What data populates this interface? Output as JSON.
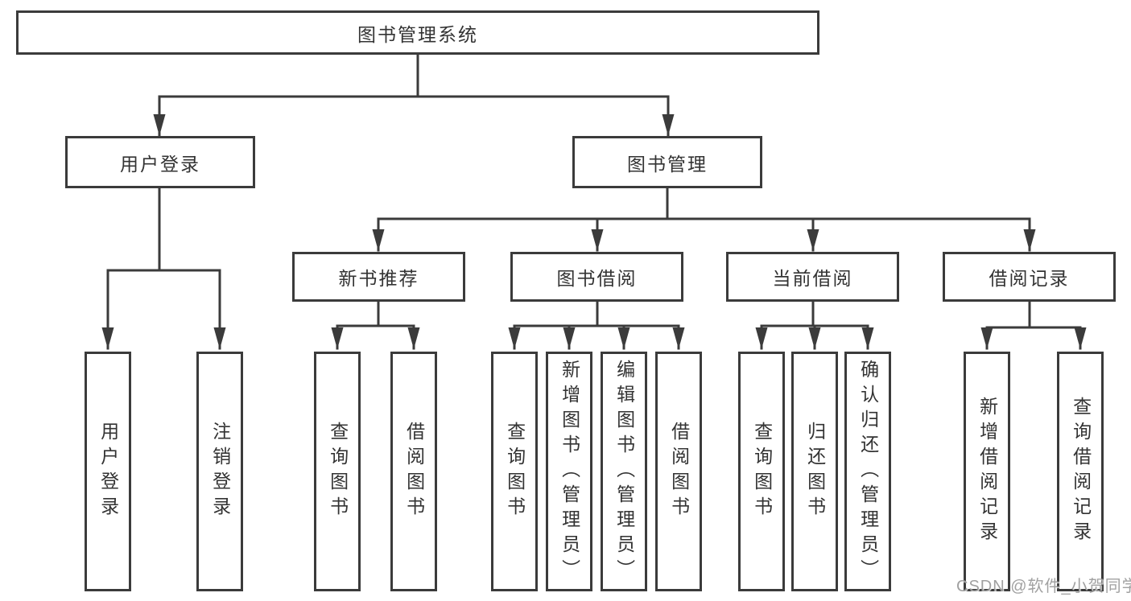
{
  "diagram": {
    "type": "hierarchy-tree",
    "root": {
      "label": "图书管理系统",
      "children": [
        {
          "label": "用户登录",
          "children": [
            {
              "label": "用户登录"
            },
            {
              "label": "注销登录"
            }
          ]
        },
        {
          "label": "图书管理",
          "children": [
            {
              "label": "新书推荐",
              "children": [
                {
                  "label": "查询图书"
                },
                {
                  "label": "借阅图书"
                }
              ]
            },
            {
              "label": "图书借阅",
              "children": [
                {
                  "label": "查询图书"
                },
                {
                  "label": "新增图书（管理员）"
                },
                {
                  "label": "编辑图书（管理员）"
                },
                {
                  "label": "借阅图书"
                }
              ]
            },
            {
              "label": "当前借阅",
              "children": [
                {
                  "label": "查询图书"
                },
                {
                  "label": "归还图书"
                },
                {
                  "label": "确认归还（管理员）"
                }
              ]
            },
            {
              "label": "借阅记录",
              "children": [
                {
                  "label": "新增借阅记录"
                },
                {
                  "label": "查询借阅记录"
                }
              ]
            }
          ]
        }
      ]
    },
    "colors": {
      "line": "#3b3b3b",
      "text": "#333333",
      "background": "#ffffff",
      "watermark": "#949494"
    }
  },
  "watermark": {
    "text": "CSDN @软件_小贺同学"
  }
}
